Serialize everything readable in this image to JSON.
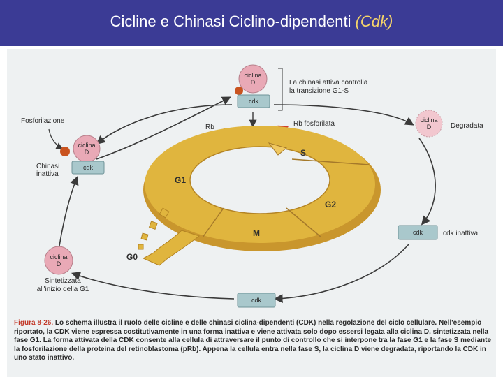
{
  "header": {
    "title_main": "Cicline e Chinasi Ciclino-dipendenti ",
    "title_abbr": "(Cdk)"
  },
  "diagram": {
    "top_cyclin": "ciclina\nD",
    "top_cdk": "cdk",
    "top_note_1": "La chinasi attiva controlla",
    "top_note_2": "la transizione G1-S",
    "rb": "Rb",
    "rb_phos": "Rb fosforilata",
    "fosforilazione": "Fosforilazione",
    "left_cyclin": "ciclina\nD",
    "left_cdk": "cdk",
    "chinasi_inattiva_1": "Chinasi",
    "chinasi_inattiva_2": "inattiva",
    "right_cyclin": "ciclina\nD",
    "degradata": "Degradata",
    "right_cdk": "cdk",
    "cdk_inattiva": "cdk inattiva",
    "bottom_cyclin": "ciclina\nD",
    "sintetizzata_1": "Sintetizzata",
    "sintetizzata_2": "all'inizio della G1",
    "bottom_cdk": "cdk",
    "phase_s": "S",
    "phase_g1": "G1",
    "phase_g2": "G2",
    "phase_m": "M",
    "phase_g0": "G0"
  },
  "caption": {
    "fig_label": "Figura 8-26.",
    "text": " Lo schema illustra il ruolo delle cicline e delle chinasi ciclina-dipendenti (CDK) nella regolazione del ciclo cellulare. Nell'esempio riportato, la CDK viene espressa costitutivamente in una forma inattiva e viene attivata solo dopo essersi legata alla ciclina D, sintetizzata nella fase G1. La forma attivata della CDK consente alla cellula di attraversare il punto di controllo che si interpone tra la fase G1 e la fase S mediante la fosforilazione della proteina del retinoblastoma (pRb). Appena la cellula entra nella fase S, la ciclina D viene degradata, riportando la CDK in uno stato inattivo."
  },
  "colors": {
    "header_bg": "#3b3b95",
    "title_abbr": "#f6d56a",
    "ring": "#e0b53e",
    "cyclin": "#e9a9b6",
    "cdk": "#a9c8cc",
    "phosphate": "#c9531f",
    "arrow_red": "#d0402e"
  }
}
